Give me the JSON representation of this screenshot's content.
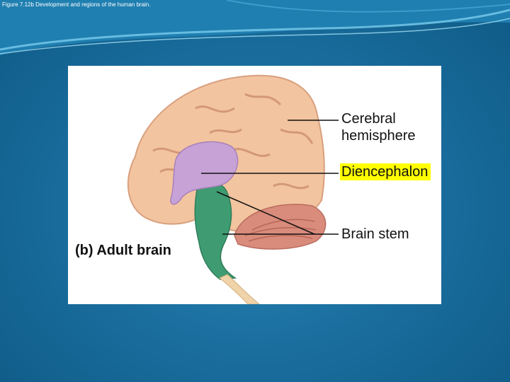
{
  "caption": "Figure 7.12b Development and regions of the human brain.",
  "panel_title": "(b) Adult brain",
  "labels": {
    "cerebral": [
      "Cerebral",
      "hemisphere"
    ],
    "diencephalon": "Diencephalon",
    "brainstem": "Brain stem"
  },
  "colors": {
    "background": "#1a6f9f",
    "cerebrum": "#f2c49f",
    "diencephalon": "#c7a2d6",
    "cerebellum": "#d98b7c",
    "brainstem": "#3f9c72",
    "spinal_cord": "#f0d3a8",
    "highlight": "#ffff00"
  }
}
